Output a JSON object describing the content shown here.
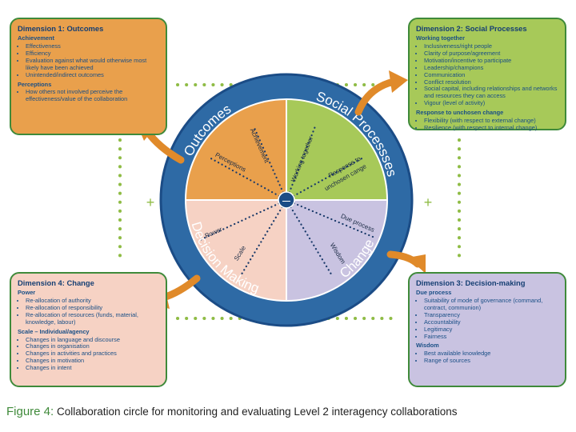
{
  "circle": {
    "outer_labels": {
      "outcomes": "Outcomes",
      "social": "Social Processses",
      "decision": "Decision Making",
      "change": "Change"
    },
    "spokes": [
      {
        "key": "achievement",
        "label": "Achievement"
      },
      {
        "key": "perceptions",
        "label": "Perceptions"
      },
      {
        "key": "working_together",
        "label": "Working together"
      },
      {
        "key": "response_1",
        "label": "Response to"
      },
      {
        "key": "response_2",
        "label": "unchosen cange"
      },
      {
        "key": "due_process",
        "label": "Due process"
      },
      {
        "key": "wisdom",
        "label": "Wisdom"
      },
      {
        "key": "power",
        "label": "Power"
      },
      {
        "key": "scale",
        "label": "Scale"
      }
    ],
    "center_symbol": "—",
    "plus_symbol": "+"
  },
  "colors": {
    "outcomes": "#e9a04c",
    "social": "#a7c959",
    "decision": "#c9c3e1",
    "change": "#f6d2c4",
    "ring": "#2e6aa5",
    "ring_edge": "#1b4c86",
    "arrow": "#e08a2a",
    "dots": "#8fbc45",
    "border": "#3f8a3a"
  },
  "boxes": {
    "outcomes": {
      "title": "Dimension 1: Outcomes",
      "sections": [
        {
          "heading": "Achievement",
          "items": [
            "Effectiveness",
            "Efficiency",
            "Evaluation against what would otherwise most likely have been achieved",
            "Unintended/indirect outcomes"
          ]
        },
        {
          "heading": "Perceptions",
          "items": [
            "How others not involved perceive the effectiveness/value of the collaboration"
          ]
        }
      ]
    },
    "social": {
      "title": "Dimension 2: Social Processes",
      "sections": [
        {
          "heading": "Working together",
          "items": [
            "Inclusiveness/right people",
            "Clarity of purpose/agreement",
            "Motivation/incentive to participate",
            "Leadership/champions",
            "Communication",
            "Conflict resolution",
            "Social capital, including relationships and networks and resources they can access",
            "Vigour (level of activity)"
          ]
        },
        {
          "heading": "Response to unchosen change",
          "items": [
            "Flexibility (with respect to external change)",
            "Resilience (with respect to internal change)"
          ]
        }
      ]
    },
    "decision": {
      "title": "Dimension 3: Decision-making",
      "sections": [
        {
          "heading": "Due process",
          "items": [
            "Suitability of mode of governance (command, contract, communion)",
            "Transparency",
            "Accountability",
            "Legitimacy",
            "Fairness"
          ]
        },
        {
          "heading": "Wisdom",
          "items": [
            "Best available knowledge",
            "Range of sources"
          ]
        }
      ]
    },
    "change": {
      "title": "Dimension 4: Change",
      "sections": [
        {
          "heading": "Power",
          "items": [
            "Re-allocation of authority",
            "Re-allocation of responsibility",
            "Re-allocation of resources (funds, material, knowledge, labour)"
          ]
        },
        {
          "heading": "Scale – Individual/agency",
          "items": [
            "Changes in language and discourse",
            "Changes in organisation",
            "Changes in activities and practices",
            "Changes in motivation",
            "Changes in intent"
          ]
        }
      ]
    }
  },
  "caption": {
    "figure": "Figure 4:",
    "text": "Collaboration circle for monitoring and evaluating Level 2 interagency collaborations"
  }
}
